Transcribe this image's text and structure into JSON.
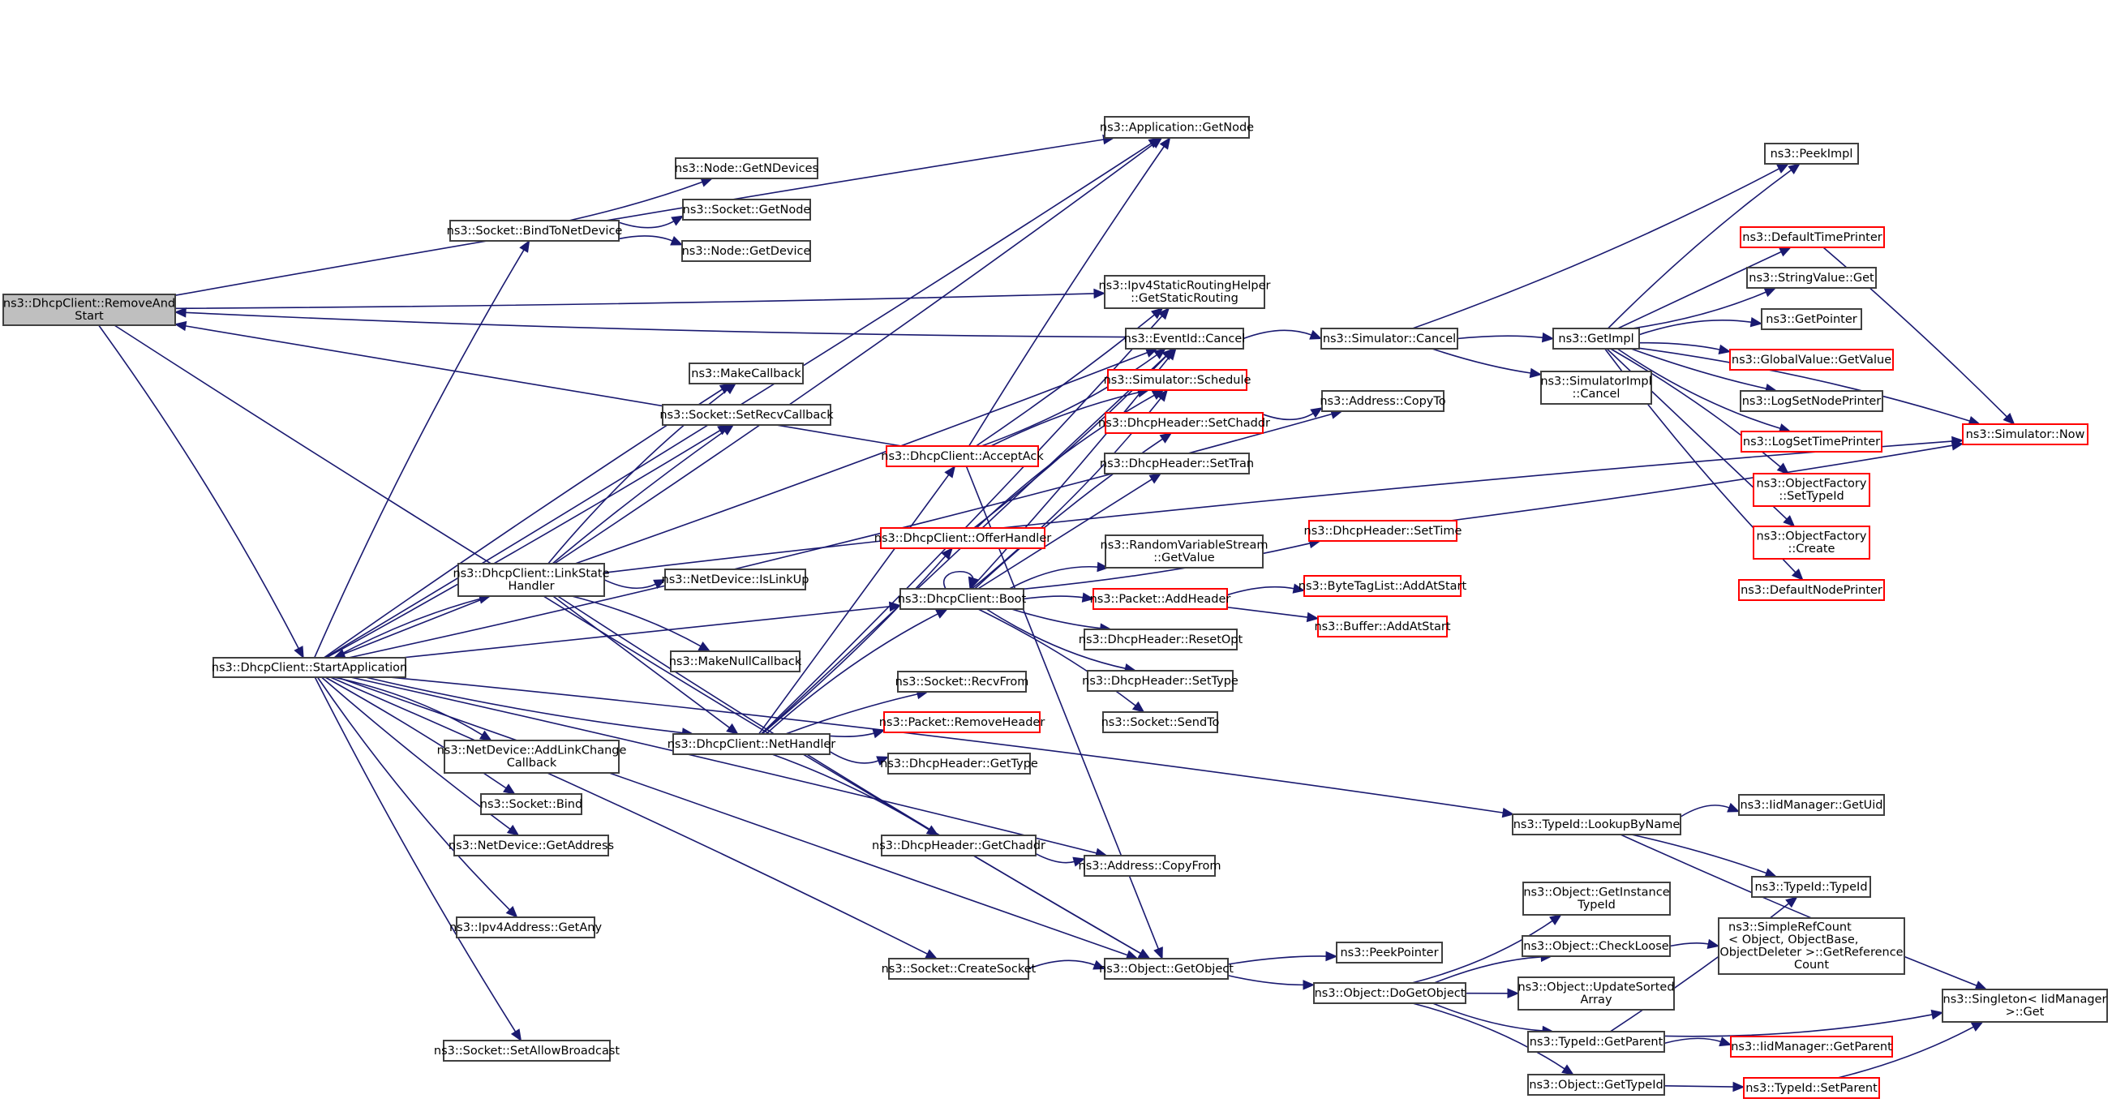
{
  "diagram": {
    "type": "call-graph",
    "colors": {
      "edge": "#191970",
      "node_border": "#404040",
      "truncated_border": "#ff0000",
      "root_fill": "#bfbfbf"
    },
    "nodes": [
      {
        "id": "removeandstart",
        "lines": [
          "ns3::DhcpClient::RemoveAnd",
          "Start"
        ],
        "root": true
      },
      {
        "id": "startapp",
        "lines": [
          "ns3::DhcpClient::StartApplication"
        ]
      },
      {
        "id": "appgetnode",
        "lines": [
          "ns3::Application::GetNode"
        ]
      },
      {
        "id": "bindtonetdev",
        "lines": [
          "ns3::Socket::BindToNetDevice"
        ]
      },
      {
        "id": "nodegetndev",
        "lines": [
          "ns3::Node::GetNDevices"
        ]
      },
      {
        "id": "sockgetnode",
        "lines": [
          "ns3::Socket::GetNode"
        ]
      },
      {
        "id": "nodegetdev",
        "lines": [
          "ns3::Node::GetDevice"
        ]
      },
      {
        "id": "ipv4static",
        "lines": [
          "ns3::Ipv4StaticRoutingHelper",
          "::GetStaticRouting"
        ]
      },
      {
        "id": "eventcancel",
        "lines": [
          "ns3::EventId::Cancel"
        ]
      },
      {
        "id": "simcancel",
        "lines": [
          "ns3::Simulator::Cancel"
        ]
      },
      {
        "id": "getimpl",
        "lines": [
          "ns3::GetImpl"
        ]
      },
      {
        "id": "peekimpl",
        "lines": [
          "ns3::PeekImpl"
        ]
      },
      {
        "id": "defaulttimeprinter",
        "lines": [
          "ns3::DefaultTimePrinter"
        ],
        "red": true
      },
      {
        "id": "stringvalueget",
        "lines": [
          "ns3::StringValue::Get"
        ]
      },
      {
        "id": "getpointer",
        "lines": [
          "ns3::GetPointer"
        ]
      },
      {
        "id": "globalvaluegetvalue",
        "lines": [
          "ns3::GlobalValue::GetValue"
        ],
        "red": true
      },
      {
        "id": "logsetnodeprinter",
        "lines": [
          "ns3::LogSetNodePrinter"
        ]
      },
      {
        "id": "logsettimeprinter",
        "lines": [
          "ns3::LogSetTimePrinter"
        ],
        "red": true
      },
      {
        "id": "ofsettypeid",
        "lines": [
          "ns3::ObjectFactory",
          "::SetTypeId"
        ],
        "red": true
      },
      {
        "id": "ofcreate",
        "lines": [
          "ns3::ObjectFactory",
          "::Create"
        ],
        "red": true
      },
      {
        "id": "defaultnodeprinter",
        "lines": [
          "ns3::DefaultNodePrinter"
        ],
        "red": true
      },
      {
        "id": "simnow",
        "lines": [
          "ns3::Simulator::Now"
        ],
        "red": true
      },
      {
        "id": "simimplcancel",
        "lines": [
          "ns3::SimulatorImpl",
          "::Cancel"
        ]
      },
      {
        "id": "makecallback",
        "lines": [
          "ns3::MakeCallback"
        ]
      },
      {
        "id": "setrecvcallback",
        "lines": [
          "ns3::Socket::SetRecvCallback"
        ]
      },
      {
        "id": "simschedule",
        "lines": [
          "ns3::Simulator::Schedule"
        ],
        "red": true
      },
      {
        "id": "acceptack",
        "lines": [
          "ns3::DhcpClient::AcceptAck"
        ],
        "red": true
      },
      {
        "id": "setchaddr",
        "lines": [
          "ns3::DhcpHeader::SetChaddr"
        ],
        "red": true
      },
      {
        "id": "addresscopyto",
        "lines": [
          "ns3::Address::CopyTo"
        ]
      },
      {
        "id": "settran",
        "lines": [
          "ns3::DhcpHeader::SetTran"
        ]
      },
      {
        "id": "offerhandler",
        "lines": [
          "ns3::DhcpClient::OfferHandler"
        ],
        "red": true
      },
      {
        "id": "settime",
        "lines": [
          "ns3::DhcpHeader::SetTime"
        ],
        "red": true
      },
      {
        "id": "rvsgetvalue",
        "lines": [
          "ns3::RandomVariableStream",
          "::GetValue"
        ]
      },
      {
        "id": "linkstatehandler",
        "lines": [
          "ns3::DhcpClient::LinkState",
          "Handler"
        ]
      },
      {
        "id": "islinkup",
        "lines": [
          "ns3::NetDevice::IsLinkUp"
        ]
      },
      {
        "id": "boot",
        "lines": [
          "ns3::DhcpClient::Boot"
        ]
      },
      {
        "id": "addheader",
        "lines": [
          "ns3::Packet::AddHeader"
        ],
        "red": true
      },
      {
        "id": "bytetagaddatstart",
        "lines": [
          "ns3::ByteTagList::AddAtStart"
        ],
        "red": true
      },
      {
        "id": "bufferaddatstart",
        "lines": [
          "ns3::Buffer::AddAtStart"
        ],
        "red": true
      },
      {
        "id": "makenullcallback",
        "lines": [
          "ns3::MakeNullCallback"
        ]
      },
      {
        "id": "resetopt",
        "lines": [
          "ns3::DhcpHeader::ResetOpt"
        ]
      },
      {
        "id": "settype",
        "lines": [
          "ns3::DhcpHeader::SetType"
        ]
      },
      {
        "id": "recvfrom",
        "lines": [
          "ns3::Socket::RecvFrom"
        ]
      },
      {
        "id": "sendto",
        "lines": [
          "ns3::Socket::SendTo"
        ]
      },
      {
        "id": "removeheader",
        "lines": [
          "ns3::Packet::RemoveHeader"
        ],
        "red": true
      },
      {
        "id": "nethandler",
        "lines": [
          "ns3::DhcpClient::NetHandler"
        ]
      },
      {
        "id": "addlinkchange",
        "lines": [
          "ns3::NetDevice::AddLinkChange",
          "Callback"
        ]
      },
      {
        "id": "gettype",
        "lines": [
          "ns3::DhcpHeader::GetType"
        ]
      },
      {
        "id": "socketbind",
        "lines": [
          "ns3::Socket::Bind"
        ]
      },
      {
        "id": "lookupbyname",
        "lines": [
          "ns3::TypeId::LookupByName"
        ]
      },
      {
        "id": "iidgetuid",
        "lines": [
          "ns3::IidManager::GetUid"
        ]
      },
      {
        "id": "netdevgetaddress",
        "lines": [
          "ns3::NetDevice::GetAddress"
        ]
      },
      {
        "id": "getchaddr",
        "lines": [
          "ns3::DhcpHeader::GetChaddr"
        ]
      },
      {
        "id": "addresscopyfrom",
        "lines": [
          "ns3::Address::CopyFrom"
        ]
      },
      {
        "id": "typeidtypeid",
        "lines": [
          "ns3::TypeId::TypeId"
        ]
      },
      {
        "id": "getinstancetypeid",
        "lines": [
          "ns3::Object::GetInstance",
          "TypeId"
        ]
      },
      {
        "id": "ipv4getany",
        "lines": [
          "ns3::Ipv4Address::GetAny"
        ]
      },
      {
        "id": "checkloose",
        "lines": [
          "ns3::Object::CheckLoose"
        ]
      },
      {
        "id": "simplerefcount",
        "lines": [
          "ns3::SimpleRefCount",
          "< Object, ObjectBase,",
          " ObjectDeleter >::GetReference",
          "Count"
        ]
      },
      {
        "id": "peekpointer",
        "lines": [
          "ns3::PeekPointer"
        ]
      },
      {
        "id": "createsocket",
        "lines": [
          "ns3::Socket::CreateSocket"
        ]
      },
      {
        "id": "getobject",
        "lines": [
          "ns3::Object::GetObject"
        ]
      },
      {
        "id": "dogetobject",
        "lines": [
          "ns3::Object::DoGetObject"
        ]
      },
      {
        "id": "updatesortedarray",
        "lines": [
          "ns3::Object::UpdateSorted",
          "Array"
        ]
      },
      {
        "id": "singletonget",
        "lines": [
          "ns3::Singleton< IidManager",
          " >::Get"
        ]
      },
      {
        "id": "typeidgetparent",
        "lines": [
          "ns3::TypeId::GetParent"
        ]
      },
      {
        "id": "iidgetparent",
        "lines": [
          "ns3::IidManager::GetParent"
        ],
        "red": true
      },
      {
        "id": "setallowbroadcast",
        "lines": [
          "ns3::Socket::SetAllowBroadcast"
        ]
      },
      {
        "id": "objgettypeid",
        "lines": [
          "ns3::Object::GetTypeId"
        ]
      },
      {
        "id": "typeidsetparent",
        "lines": [
          "ns3::TypeId::SetParent"
        ],
        "red": true
      }
    ],
    "edges": [
      [
        "removeandstart",
        "startapp"
      ],
      [
        "removeandstart",
        "appgetnode"
      ],
      [
        "removeandstart",
        "ipv4static"
      ],
      [
        "removeandstart",
        "getobject"
      ],
      [
        "eventcancel",
        "removeandstart"
      ],
      [
        "acceptack",
        "removeandstart"
      ],
      [
        "startapp",
        "appgetnode"
      ],
      [
        "startapp",
        "bindtonetdev"
      ],
      [
        "startapp",
        "makecallback"
      ],
      [
        "startapp",
        "setrecvcallback"
      ],
      [
        "startapp",
        "addresscopyto"
      ],
      [
        "startapp",
        "linkstatehandler"
      ],
      [
        "startapp",
        "boot"
      ],
      [
        "startapp",
        "nethandler"
      ],
      [
        "startapp",
        "addlinkchange"
      ],
      [
        "startapp",
        "socketbind"
      ],
      [
        "startapp",
        "netdevgetaddress"
      ],
      [
        "startapp",
        "ipv4getany"
      ],
      [
        "startapp",
        "createsocket"
      ],
      [
        "startapp",
        "getobject"
      ],
      [
        "startapp",
        "setallowbroadcast"
      ],
      [
        "startapp",
        "lookupbyname"
      ],
      [
        "startapp",
        "addresscopyfrom"
      ],
      [
        "bindtonetdev",
        "nodegetndev"
      ],
      [
        "bindtonetdev",
        "sockgetnode"
      ],
      [
        "bindtonetdev",
        "nodegetdev"
      ],
      [
        "linkstatehandler",
        "startapp"
      ],
      [
        "linkstatehandler",
        "appgetnode"
      ],
      [
        "linkstatehandler",
        "makecallback"
      ],
      [
        "linkstatehandler",
        "setrecvcallback"
      ],
      [
        "linkstatehandler",
        "eventcancel"
      ],
      [
        "linkstatehandler",
        "islinkup"
      ],
      [
        "linkstatehandler",
        "makenullcallback"
      ],
      [
        "linkstatehandler",
        "nethandler"
      ],
      [
        "linkstatehandler",
        "getobject"
      ],
      [
        "linkstatehandler",
        "simnow"
      ],
      [
        "acceptack",
        "appgetnode"
      ],
      [
        "acceptack",
        "ipv4static"
      ],
      [
        "acceptack",
        "eventcancel"
      ],
      [
        "acceptack",
        "simschedule"
      ],
      [
        "acceptack",
        "getobject"
      ],
      [
        "offerhandler",
        "eventcancel"
      ],
      [
        "offerhandler",
        "simschedule"
      ],
      [
        "boot",
        "boot"
      ],
      [
        "boot",
        "eventcancel"
      ],
      [
        "boot",
        "simschedule"
      ],
      [
        "boot",
        "setchaddr"
      ],
      [
        "boot",
        "settran"
      ],
      [
        "boot",
        "settime"
      ],
      [
        "boot",
        "rvsgetvalue"
      ],
      [
        "boot",
        "addheader"
      ],
      [
        "boot",
        "resetopt"
      ],
      [
        "boot",
        "settype"
      ],
      [
        "boot",
        "sendto"
      ],
      [
        "nethandler",
        "acceptack"
      ],
      [
        "nethandler",
        "offerhandler"
      ],
      [
        "nethandler",
        "boot"
      ],
      [
        "nethandler",
        "recvfrom"
      ],
      [
        "nethandler",
        "removeheader"
      ],
      [
        "nethandler",
        "gettype"
      ],
      [
        "nethandler",
        "getchaddr"
      ],
      [
        "nethandler",
        "eventcancel"
      ],
      [
        "nethandler",
        "ipv4static"
      ],
      [
        "eventcancel",
        "simcancel"
      ],
      [
        "simcancel",
        "getimpl"
      ],
      [
        "simcancel",
        "simimplcancel"
      ],
      [
        "simcancel",
        "peekimpl"
      ],
      [
        "getimpl",
        "peekimpl"
      ],
      [
        "getimpl",
        "defaulttimeprinter"
      ],
      [
        "getimpl",
        "stringvalueget"
      ],
      [
        "getimpl",
        "getpointer"
      ],
      [
        "getimpl",
        "globalvaluegetvalue"
      ],
      [
        "getimpl",
        "logsetnodeprinter"
      ],
      [
        "getimpl",
        "logsettimeprinter"
      ],
      [
        "getimpl",
        "ofsettypeid"
      ],
      [
        "getimpl",
        "ofcreate"
      ],
      [
        "getimpl",
        "defaultnodeprinter"
      ],
      [
        "getimpl",
        "simnow"
      ],
      [
        "defaulttimeprinter",
        "simnow"
      ],
      [
        "settime",
        "simnow"
      ],
      [
        "setchaddr",
        "addresscopyto"
      ],
      [
        "addheader",
        "bytetagaddatstart"
      ],
      [
        "addheader",
        "bufferaddatstart"
      ],
      [
        "getchaddr",
        "addresscopyfrom"
      ],
      [
        "createsocket",
        "getobject"
      ],
      [
        "getobject",
        "peekpointer"
      ],
      [
        "getobject",
        "dogetobject"
      ],
      [
        "dogetobject",
        "getinstancetypeid"
      ],
      [
        "dogetobject",
        "checkloose"
      ],
      [
        "dogetobject",
        "updatesortedarray"
      ],
      [
        "dogetobject",
        "typeidgetparent"
      ],
      [
        "dogetobject",
        "objgettypeid"
      ],
      [
        "checkloose",
        "simplerefcount"
      ],
      [
        "typeidgetparent",
        "typeidtypeid"
      ],
      [
        "typeidgetparent",
        "singletonget"
      ],
      [
        "typeidgetparent",
        "iidgetparent"
      ],
      [
        "objgettypeid",
        "typeidsetparent"
      ],
      [
        "typeidsetparent",
        "singletonget"
      ],
      [
        "lookupbyname",
        "iidgetuid"
      ],
      [
        "lookupbyname",
        "typeidtypeid"
      ],
      [
        "lookupbyname",
        "singletonget"
      ]
    ]
  }
}
